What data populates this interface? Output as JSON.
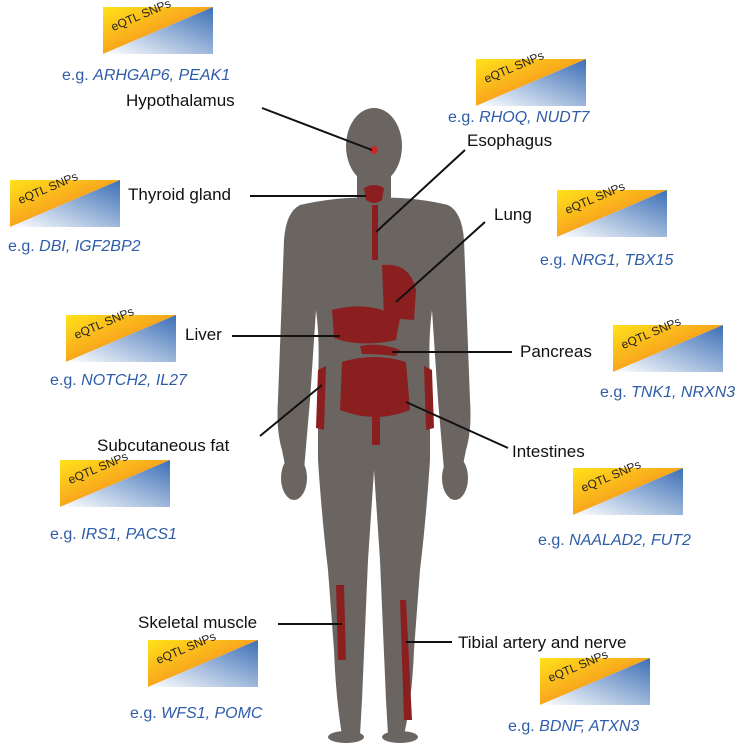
{
  "panels": [
    {
      "organ": "Hypothalamus",
      "box_label": "eQTL SNPs",
      "example_prefix": "e.g. ",
      "genes": "ARHGAP6, PEAK1"
    },
    {
      "organ": "Esophagus",
      "box_label": "eQTL SNPs",
      "example_prefix": "e.g. ",
      "genes": "RHOQ, NUDT7"
    },
    {
      "organ": "Thyroid gland",
      "box_label": "eQTL SNPs",
      "example_prefix": "e.g. ",
      "genes": "DBI, IGF2BP2"
    },
    {
      "organ": "Lung",
      "box_label": "eQTL SNPs",
      "example_prefix": "e.g. ",
      "genes": "NRG1, TBX15"
    },
    {
      "organ": "Liver",
      "box_label": "eQTL SNPs",
      "example_prefix": "e.g. ",
      "genes": "NOTCH2, IL27"
    },
    {
      "organ": "Pancreas",
      "box_label": "eQTL SNPs",
      "example_prefix": "e.g. ",
      "genes": "TNK1, NRXN3"
    },
    {
      "organ": "Subcutaneous fat",
      "box_label": "eQTL SNPs",
      "example_prefix": "e.g. ",
      "genes": "IRS1, PACS1"
    },
    {
      "organ": "Intestines",
      "box_label": "eQTL SNPs",
      "example_prefix": "e.g. ",
      "genes": "NAALAD2, FUT2"
    },
    {
      "organ": "Skeletal muscle",
      "box_label": "eQTL SNPs",
      "example_prefix": "e.g. ",
      "genes": "WFS1, POMC"
    },
    {
      "organ": "Tibial artery and nerve",
      "box_label": "eQTL SNPs",
      "example_prefix": "e.g. ",
      "genes": "BDNF, ATXN3"
    }
  ],
  "colors": {
    "body": "#6b6562",
    "organ": "#8b1f1f",
    "gradient_yellow": "#ffe21a",
    "gradient_orange": "#f26a1f",
    "gradient_blue": "#3b6fb6",
    "gene_text": "#2e5ca8"
  }
}
